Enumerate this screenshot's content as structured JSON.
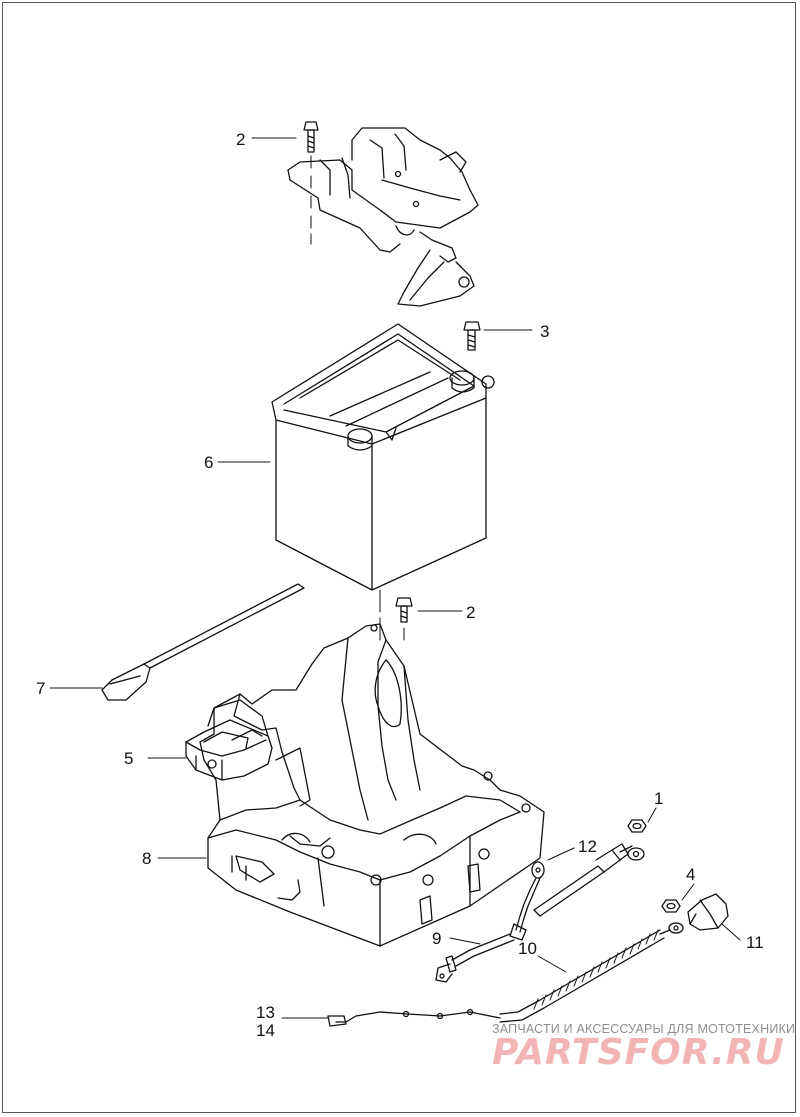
{
  "callouts": [
    {
      "id": "c1",
      "label": "1"
    },
    {
      "id": "c2a",
      "label": "2"
    },
    {
      "id": "c2b",
      "label": "2"
    },
    {
      "id": "c3",
      "label": "3"
    },
    {
      "id": "c4",
      "label": "4"
    },
    {
      "id": "c5",
      "label": "5"
    },
    {
      "id": "c6",
      "label": "6"
    },
    {
      "id": "c7",
      "label": "7"
    },
    {
      "id": "c8",
      "label": "8"
    },
    {
      "id": "c9",
      "label": "9"
    },
    {
      "id": "c10",
      "label": "10"
    },
    {
      "id": "c11",
      "label": "11"
    },
    {
      "id": "c12",
      "label": "12"
    },
    {
      "id": "c13",
      "label": "13"
    },
    {
      "id": "c14",
      "label": "14"
    }
  ],
  "watermark": {
    "tagline": "ЗАПЧАСТИ И АКСЕССУАРЫ ДЛЯ МОТОТЕХНИКИ",
    "logo": "PARTSFOR.RU"
  },
  "colors": {
    "line": "#111111",
    "watermark_logo": "#f2b4b4",
    "watermark_text": "#8e8e8e"
  }
}
